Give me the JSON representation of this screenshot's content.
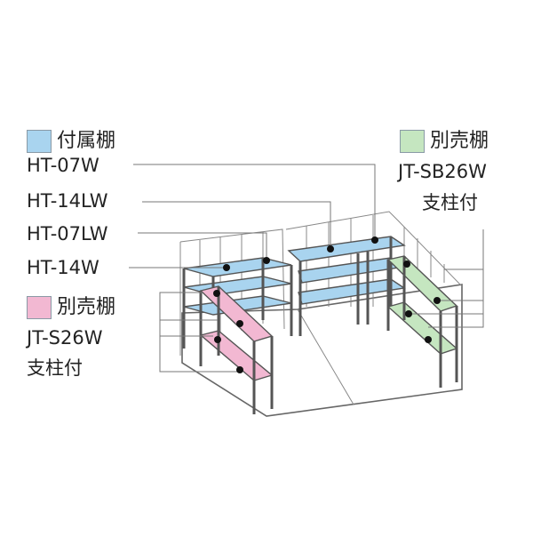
{
  "colors": {
    "included_shelf": "#a9d4ef",
    "optional_shelf_pink": "#f2b8d2",
    "optional_shelf_green": "#c5e6c0",
    "frame": "#555555",
    "leader_line": "#777777",
    "dot": "#111111"
  },
  "legend": {
    "included": {
      "label": "付属棚",
      "icon": "blue-square-swatch"
    },
    "optional_left": {
      "label": "別売棚",
      "icon": "pink-square-swatch",
      "model": "JT-S26W",
      "note": "支柱付"
    },
    "optional_right": {
      "label": "別売棚",
      "icon": "green-square-swatch",
      "model": "JT-SB26W",
      "note": "支柱付"
    }
  },
  "models": [
    "HT-07W",
    "HT-14LW",
    "HT-07LW",
    "HT-14W"
  ]
}
